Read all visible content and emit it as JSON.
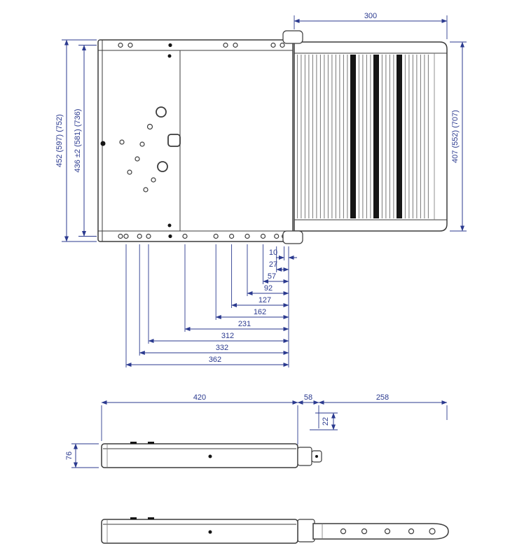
{
  "colors": {
    "dimension_blue": "#2b3a8f",
    "drawing_line": "#3b3b3b",
    "tread_dark_bar": "#151515"
  },
  "top_view": {
    "step_width": "300",
    "frame_height_outer": "452 (597) (752)",
    "frame_height_holes": "436 ±2 (581) (736)",
    "step_height": "407 (552) (707)"
  },
  "hole_chain": {
    "dims": [
      "10",
      "27",
      "57",
      "92",
      "127",
      "162",
      "231",
      "312",
      "332",
      "362"
    ]
  },
  "side_views": {
    "housing_length": "420",
    "bracket_gap": "58",
    "step_extension": "258",
    "latch_offset": "22",
    "housing_height": "76"
  }
}
